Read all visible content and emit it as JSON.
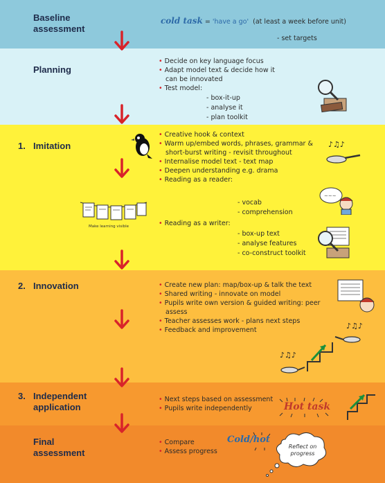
{
  "colors": {
    "band_baseline": "#8ec9dc",
    "band_planning": "#d9f2f7",
    "band_imitation": "#fff23a",
    "band_innovation": "#fdbe3f",
    "band_independent": "#f7992f",
    "band_final": "#f28a2b",
    "arrow": "#d8232a",
    "bullet": "#d8232a",
    "title_text": "#1e2b4a"
  },
  "stages": {
    "baseline": {
      "title_line1": "Baseline",
      "title_line2": "assessment"
    },
    "planning": {
      "title": "Planning"
    },
    "imitation": {
      "number": "1.",
      "title": "Imitation"
    },
    "innovation": {
      "number": "2.",
      "title": "Innovation"
    },
    "independent": {
      "number": "3.",
      "title_line1": "Independent",
      "title_line2": "application"
    },
    "final": {
      "title_line1": "Final",
      "title_line2": "assessment"
    }
  },
  "baseline_notes": {
    "cold_task": "cold task",
    "equals": "=",
    "have_a_go": "'have a go'",
    "timing": "(at least a week before unit)",
    "targets": "- set targets"
  },
  "planning_notes": {
    "b1": "Decide on key language focus",
    "b2": "Adapt model text & decide how it",
    "b2_cont": "can be innovated",
    "b3": "Test model:",
    "s1": "- box-it-up",
    "s2": "- analyse it",
    "s3": "- plan toolkit"
  },
  "imitation_notes": {
    "b1": "Creative hook & context",
    "b2": "Warm up/embed words, phrases, grammar &",
    "b2_cont": "short-burst writing - revisit throughout",
    "b3": "Internalise model text - text map",
    "b4": "Deepen understanding e.g. drama",
    "b5": "Reading as a reader:",
    "r1": "- vocab",
    "r2": "- comprehension",
    "b6": "Reading as a writer:",
    "w1": "- box-up text",
    "w2": "- analyse features",
    "w3": "- co-construct toolkit",
    "washing_line_caption": "Make learning visible"
  },
  "innovation_notes": {
    "b1": "Create new plan: map/box-up & talk the text",
    "b2": "Shared writing - innovate on model",
    "b3": "Pupils write own version & guided writing: peer",
    "b3_cont": "assess",
    "b4": "Teacher assesses work - plans next steps",
    "b5": "Feedback and improvement"
  },
  "independent_notes": {
    "b1": "Next steps based on assessment",
    "b2": "Pupils write independently",
    "hot_task": "Hot task"
  },
  "final_notes": {
    "b1": "Compare",
    "b2": "Assess progress",
    "cold_hot": "Cold/hot",
    "reflect": "Reflect on progress"
  },
  "icons": [
    "down-arrow-icon",
    "magnifier-icon",
    "magpie-icon",
    "frying-pan-icon",
    "thinking-child-icon",
    "washing-line-icon",
    "staircase-icon",
    "thought-cloud-icon"
  ]
}
